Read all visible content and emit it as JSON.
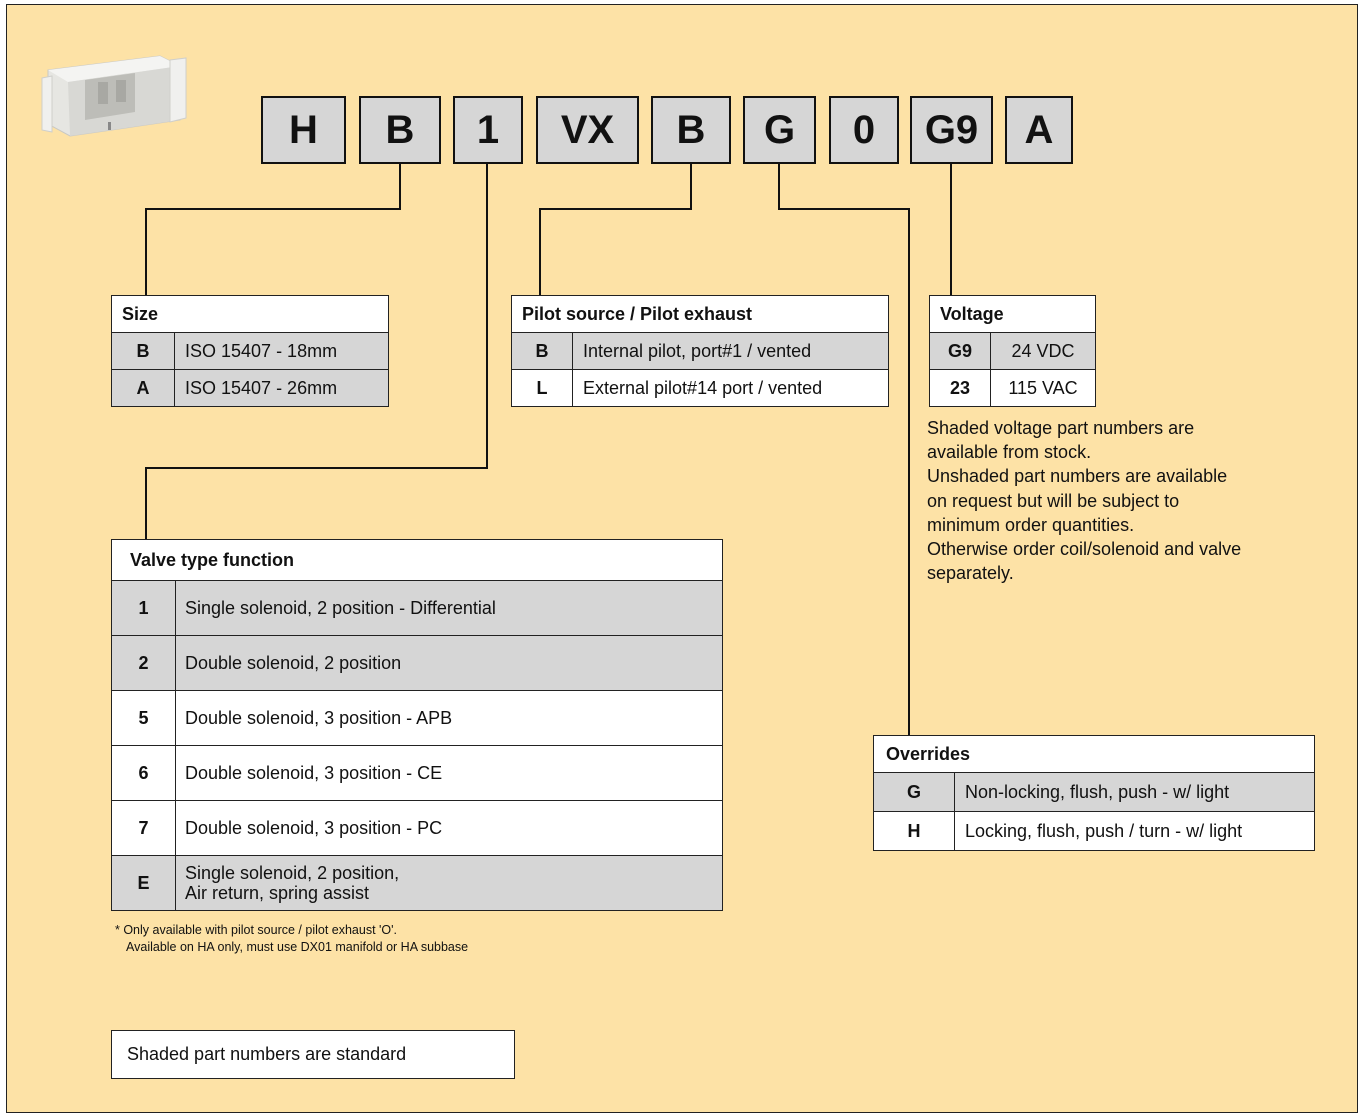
{
  "part_code": [
    "H",
    "B",
    "1",
    "VX",
    "B",
    "G",
    "0",
    "G9",
    "A"
  ],
  "product_image": {
    "icon": "solenoid-valve-image"
  },
  "size_table": {
    "title": "Size",
    "rows": [
      {
        "code": "B",
        "desc": "ISO 15407 - 18mm",
        "shaded": true
      },
      {
        "code": "A",
        "desc": "ISO 15407 - 26mm",
        "shaded": true
      }
    ]
  },
  "pilot_table": {
    "title": "Pilot source / Pilot exhaust",
    "rows": [
      {
        "code": "B",
        "desc": "Internal pilot, port#1 / vented",
        "shaded": true
      },
      {
        "code": "L",
        "desc": "External pilot#14 port / vented",
        "shaded": false
      }
    ]
  },
  "voltage_table": {
    "title": "Voltage",
    "rows": [
      {
        "code": "G9",
        "desc": "24 VDC",
        "shaded": true
      },
      {
        "code": "23",
        "desc": "115 VAC",
        "shaded": false
      }
    ]
  },
  "voltage_note": [
    "Shaded voltage part numbers are",
    "available from stock.",
    "Unshaded part numbers are available",
    "on request but will be subject to",
    "minimum order quantities.",
    "Otherwise order coil/solenoid and valve",
    "separately."
  ],
  "valve_table": {
    "title": "Valve type function",
    "rows": [
      {
        "code": "1",
        "desc": [
          "Single solenoid, 2 position - Differential"
        ],
        "shaded": true
      },
      {
        "code": "2",
        "desc": [
          "Double solenoid, 2 position"
        ],
        "shaded": true
      },
      {
        "code": "5",
        "desc": [
          "Double solenoid, 3 position - APB"
        ],
        "shaded": false
      },
      {
        "code": "6",
        "desc": [
          "Double solenoid, 3 position - CE"
        ],
        "shaded": false
      },
      {
        "code": "7",
        "desc": [
          "Double solenoid, 3 position - PC"
        ],
        "shaded": false
      },
      {
        "code": "E",
        "desc": [
          "Single solenoid, 2 position,",
          "Air return, spring assist"
        ],
        "shaded": true
      }
    ]
  },
  "overrides_table": {
    "title": "Overrides",
    "rows": [
      {
        "code": "G",
        "desc": "Non-locking, flush, push - w/ light",
        "shaded": true
      },
      {
        "code": "H",
        "desc": "Locking, flush, push / turn - w/ light",
        "shaded": false
      }
    ]
  },
  "footnote": [
    "* Only available with pilot source / pilot exhaust 'O'.",
    "Available on HA only, must use DX01 manifold or HA subbase"
  ],
  "legend": "Shaded part numbers are standard",
  "colors": {
    "background": "#fde2a6",
    "shaded": "#d6d6d6",
    "line": "#111111"
  }
}
